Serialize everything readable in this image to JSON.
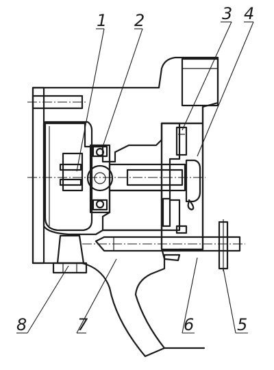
{
  "drawing": {
    "type": "engineering section drawing",
    "callouts": [
      {
        "id": "callout-1",
        "label": "1"
      },
      {
        "id": "callout-2",
        "label": "2"
      },
      {
        "id": "callout-3",
        "label": "3"
      },
      {
        "id": "callout-4",
        "label": "4"
      },
      {
        "id": "callout-5",
        "label": "5"
      },
      {
        "id": "callout-6",
        "label": "6"
      },
      {
        "id": "callout-7",
        "label": "7"
      },
      {
        "id": "callout-8",
        "label": "8"
      }
    ]
  }
}
